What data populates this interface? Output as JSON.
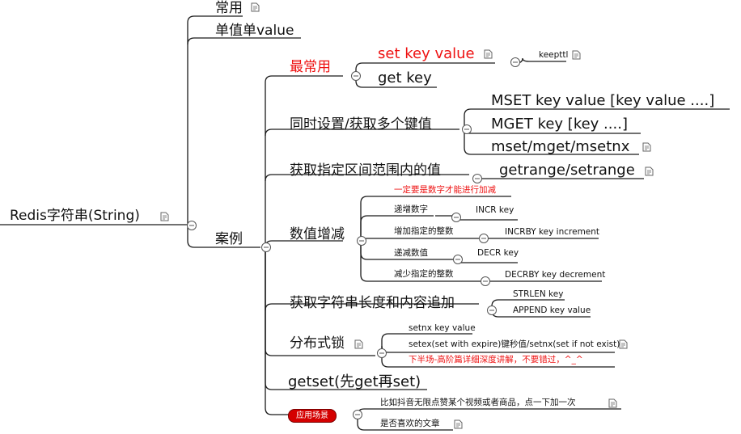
{
  "root": {
    "label": "Redis字符串(String)"
  },
  "level1": {
    "common": "常用",
    "single": "单值单value",
    "cases": "案例"
  },
  "cases": {
    "most_used": "最常用",
    "set_key_value": "set key value",
    "keepttl": "keepttl",
    "get_key": "get key",
    "multi": "同时设置/获取多个键值",
    "mset": "MSET key value [key value ....]",
    "mget": "MGET key [key ....]",
    "msetnx": "mset/mget/msetnx",
    "range": "获取指定区间范围内的值",
    "getrange": "getrange/setrange",
    "incr_group": "数值增减",
    "incr_note": "一定要是数字才能进行加减",
    "incr_label": "递增数字",
    "incr_cmd": "INCR key",
    "incrby_label": "增加指定的整数",
    "incrby_cmd": "INCRBY key increment",
    "decr_label": "递减数值",
    "decr_cmd": "DECR key",
    "decrby_label": "减少指定的整数",
    "decrby_cmd": "DECRBY key decrement",
    "strlen_group": "获取字符串长度和内容追加",
    "strlen_cmd": "STRLEN key",
    "append_cmd": "APPEND key value",
    "lock_group": "分布式锁",
    "setnx_cmd": "setnx key value",
    "setex_cmd": "setex(set with expire)键秒值/setnx(set if not exist)",
    "lock_note": "下半场-高阶篇详细深度讲解，不要错过，^_^",
    "getset": "getset(先get再set)",
    "scenario": "应用场景",
    "scenario_1": "比如抖音无限点赞某个视频或者商品，点一下加一次",
    "scenario_2": "是否喜欢的文章"
  },
  "icons": {
    "note": "note-icon",
    "collapse": "collapse-minus-icon"
  },
  "colors": {
    "red_text": "#ee1111",
    "pill": "#d40000",
    "line": "#1a1a1a"
  }
}
